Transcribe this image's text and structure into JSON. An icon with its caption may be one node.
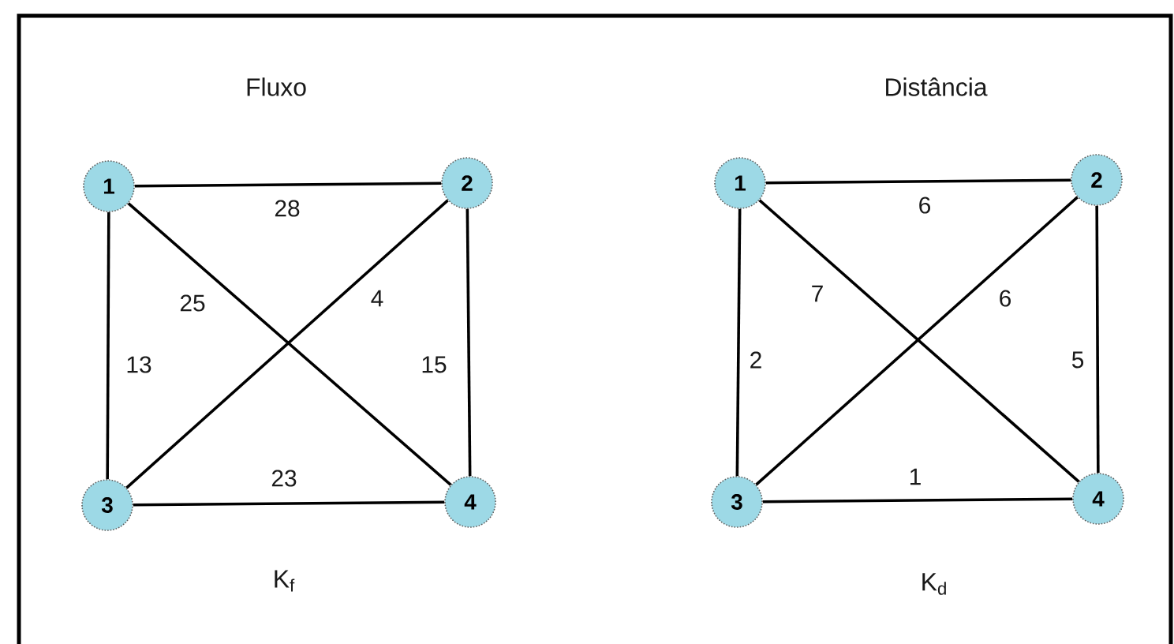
{
  "diagram": {
    "nodes": [
      {
        "text": [
          "1"
        ]
      },
      {
        "text": [
          "2"
        ]
      },
      {
        "text": [
          "3"
        ]
      },
      {
        "text": [
          "4"
        ]
      },
      {
        "text": [
          "1"
        ]
      },
      {
        "text": [
          "2"
        ]
      },
      {
        "text": [
          "3"
        ]
      },
      {
        "text": [
          "4"
        ]
      }
    ],
    "edges": [
      {
        "from": 0,
        "to": 1,
        "arrow": "none",
        "label": "28"
      },
      {
        "from": 0,
        "to": 3,
        "arrow": "none",
        "label": "25"
      },
      {
        "from": 2,
        "to": 1,
        "arrow": "none",
        "label": "4"
      },
      {
        "from": 0,
        "to": 2,
        "arrow": "none",
        "label": "13"
      },
      {
        "from": 1,
        "to": 3,
        "arrow": "none",
        "label": "15"
      },
      {
        "from": 2,
        "to": 3,
        "arrow": "none",
        "label": "23"
      },
      {
        "from": 4,
        "to": 5,
        "arrow": "none",
        "label": "6"
      },
      {
        "from": 4,
        "to": 7,
        "arrow": "none",
        "label": "7"
      },
      {
        "from": 6,
        "to": 5,
        "arrow": "none",
        "label": "6"
      },
      {
        "from": 4,
        "to": 6,
        "arrow": "none",
        "label": "2"
      },
      {
        "from": 5,
        "to": 7,
        "arrow": "none",
        "label": "5"
      },
      {
        "from": 6,
        "to": 7,
        "arrow": "none",
        "label": "1"
      }
    ],
    "labels": [
      "Fluxo",
      "Distância",
      "K$_{f}$",
      "K$_{d}$"
    ]
  }
}
